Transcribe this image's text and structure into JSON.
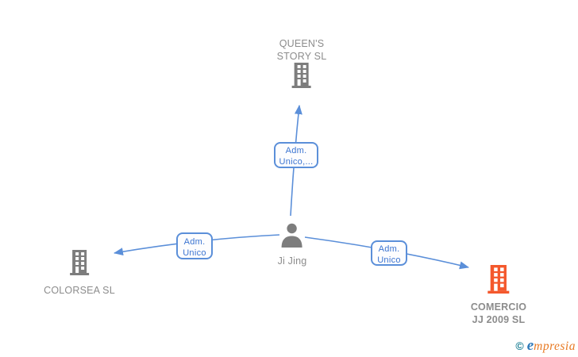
{
  "nodes": {
    "queens": {
      "line1": "QUEEN'S",
      "line2": "STORY SL"
    },
    "colorsea": {
      "label": "COLORSEA SL"
    },
    "comercio": {
      "line1": "COMERCIO",
      "line2": "JJ 2009 SL"
    },
    "person": {
      "label": "Ji Jing"
    }
  },
  "edges": {
    "top": {
      "line1": "Adm.",
      "line2": "Unico,..."
    },
    "left": {
      "line1": "Adm.",
      "line2": "Unico"
    },
    "right": {
      "line1": "Adm.",
      "line2": "Unico"
    }
  },
  "footer": {
    "copyright": "©",
    "brand_initial": "e",
    "brand_rest": "mpresia"
  },
  "colors": {
    "edge_blue": "#5b8fd9",
    "edge_label_blue": "#3b74d1",
    "node_gray": "#7d7d7d",
    "label_gray": "#8c8c8c",
    "highlight_orange": "#f4582c",
    "logo_teal": "#1c7f95",
    "logo_blue": "#2e79b9",
    "logo_orange": "#e87a24"
  }
}
